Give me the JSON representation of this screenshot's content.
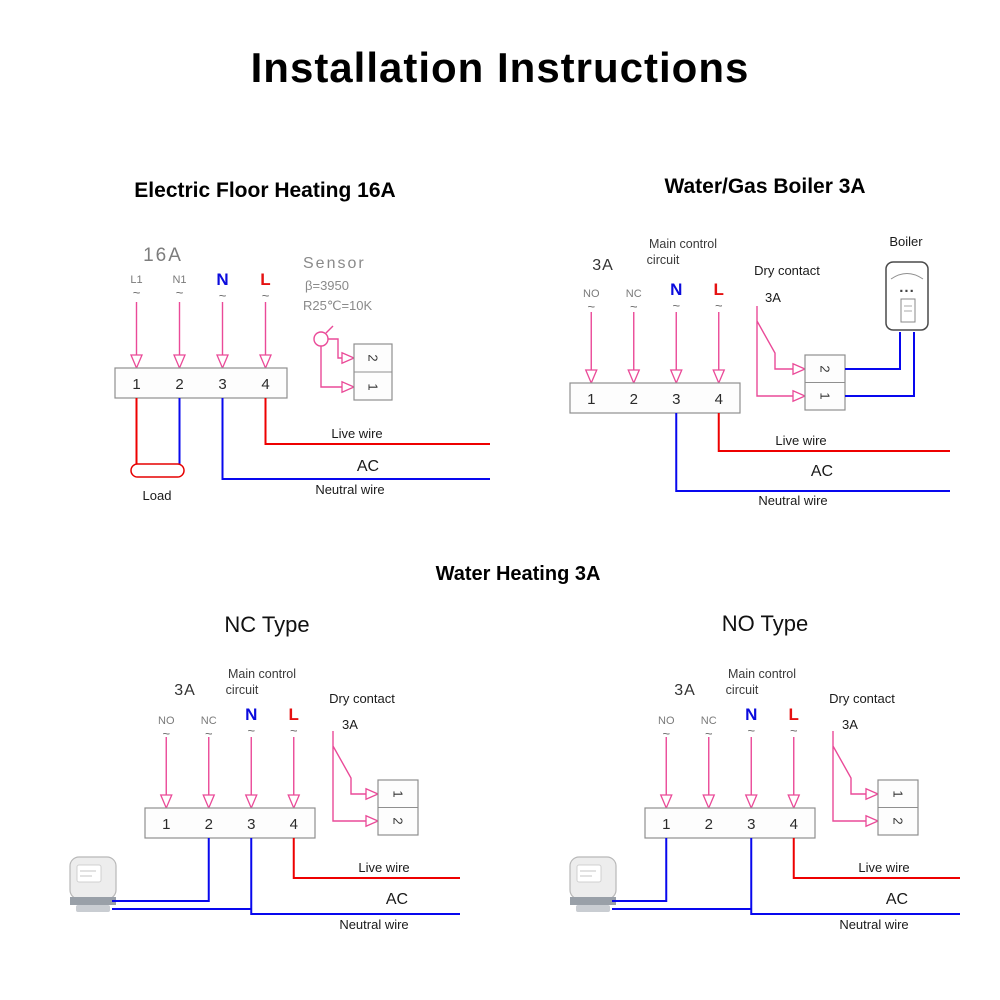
{
  "title": "Installation Instructions",
  "colors": {
    "pink": "#ea4a98",
    "red": "#ee0000",
    "blue": "#0808ee"
  },
  "shared": {
    "tilde": "~",
    "live": "Live wire",
    "ac": "AC",
    "neutral": "Neutral wire",
    "main1": "Main control",
    "main2": "circuit",
    "dry": "Dry contact",
    "dry_rating": "3A",
    "rating": "3A",
    "no": "NO",
    "nc": "NC",
    "n": "N",
    "l": "L",
    "n1": "1",
    "n2": "2",
    "n3": "3",
    "n4": "4"
  },
  "floor": {
    "title": "Electric Floor Heating 16A",
    "rating": "16A",
    "l1": "L1",
    "n1_label": "N1",
    "sensor": "Sensor",
    "beta": "β=3950",
    "r25": "R25℃=10K",
    "load": "Load",
    "block_top": "2",
    "block_bottom": "1"
  },
  "boiler": {
    "title": "Water/Gas Boiler 3A",
    "label": "Boiler",
    "dots": "...",
    "block_top": "2",
    "block_bottom": "1"
  },
  "water": {
    "title": "Water Heating 3A",
    "nc_title": "NC Type",
    "no_title": "NO Type",
    "block_top": "1",
    "block_bottom": "2"
  }
}
